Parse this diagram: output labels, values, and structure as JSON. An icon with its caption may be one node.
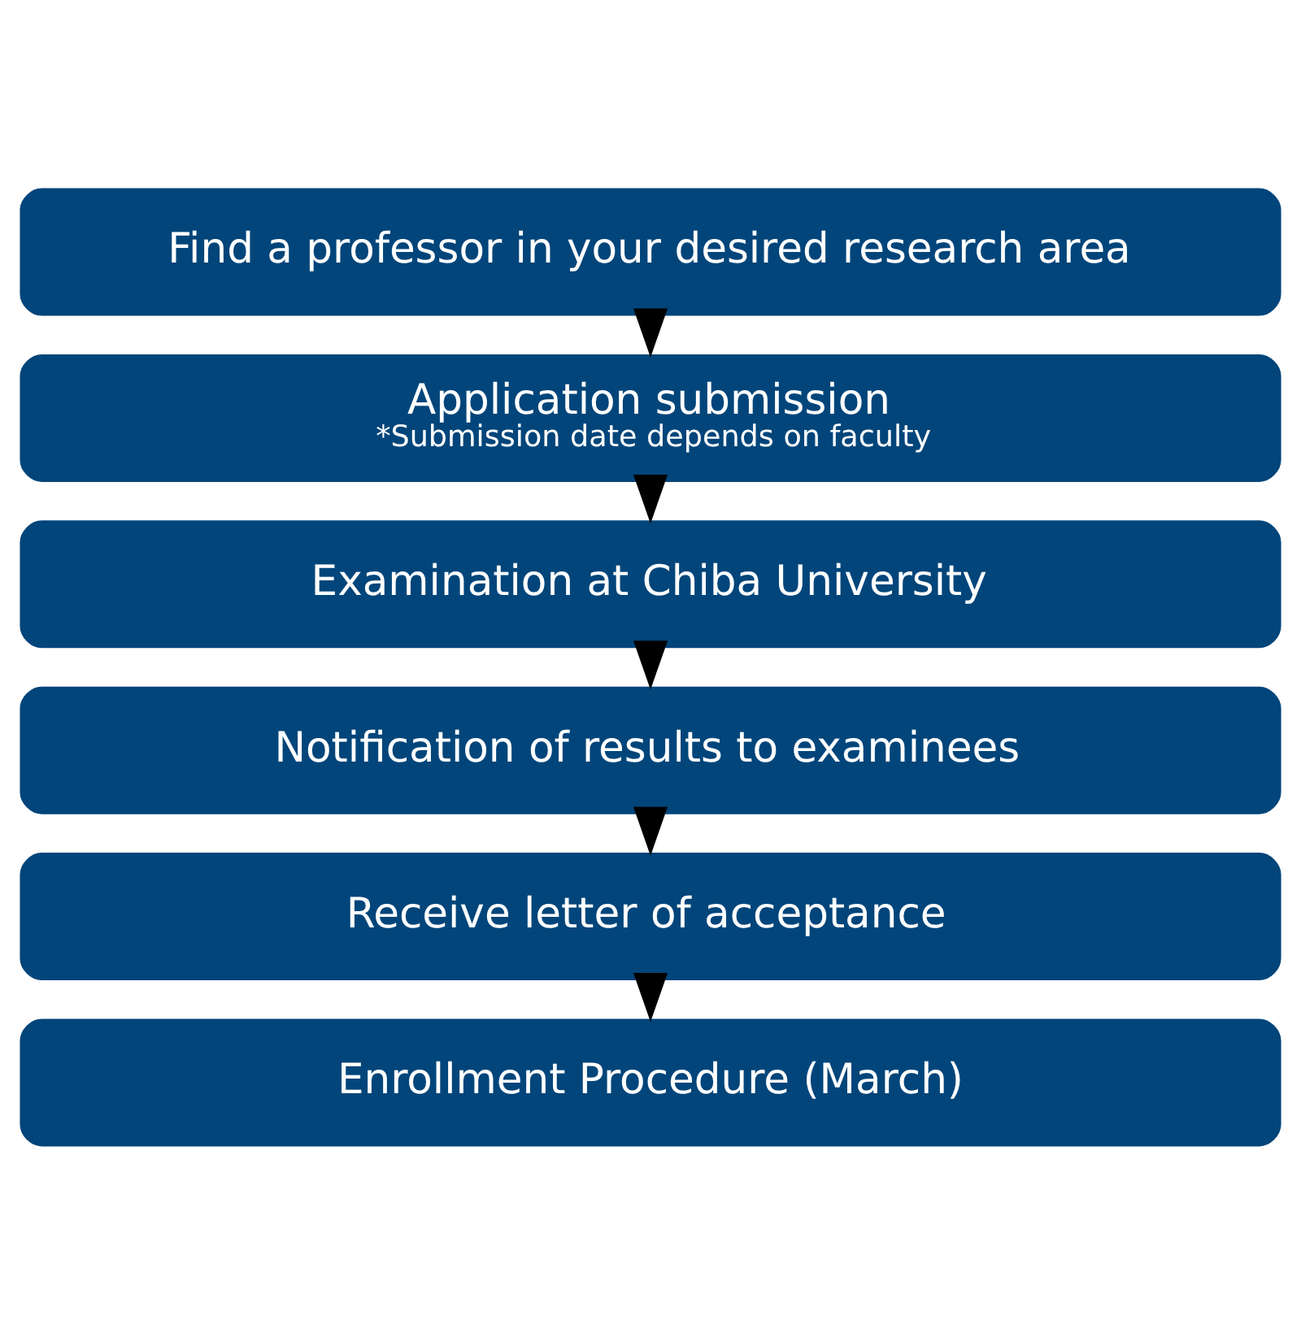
{
  "diagram": {
    "nodes": [
      {
        "text": [
          "Find a professor in your desired research area"
        ]
      },
      {
        "text": [
          "Application submission",
          "*Submission date depends on faculty"
        ]
      },
      {
        "text": [
          "Examination at Chiba University"
        ]
      },
      {
        "text": [
          "Notification of results to examinees"
        ]
      },
      {
        "text": [
          "Receive letter of acceptance"
        ]
      },
      {
        "text": [
          "Enrollment Procedure (March)"
        ]
      }
    ],
    "edges": [
      {
        "from": 0,
        "to": 1,
        "arrow": "to"
      },
      {
        "from": 1,
        "to": 2,
        "arrow": "to"
      },
      {
        "from": 2,
        "to": 3,
        "arrow": "to"
      },
      {
        "from": 3,
        "to": 4,
        "arrow": "to"
      },
      {
        "from": 4,
        "to": 5,
        "arrow": "to"
      }
    ]
  }
}
